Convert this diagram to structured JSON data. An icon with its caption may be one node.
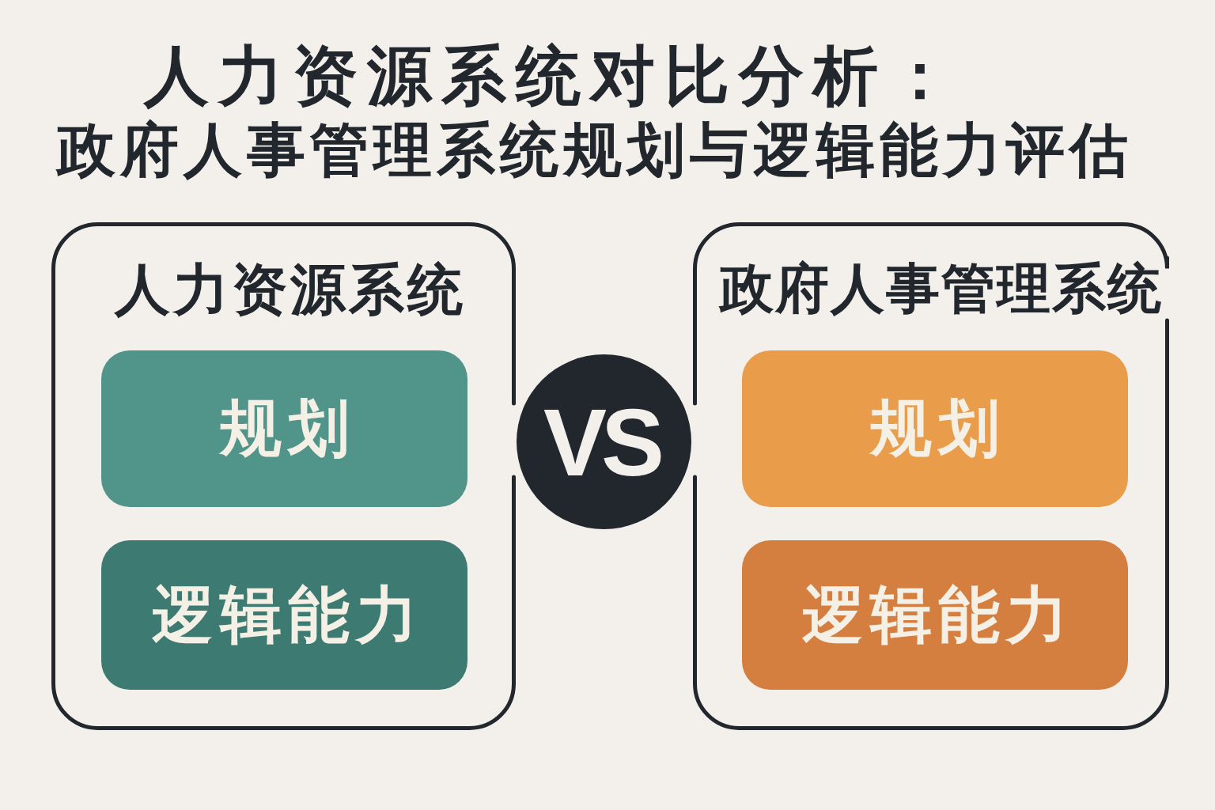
{
  "diagram": {
    "title": "人力资源系统对比分析：政府人事管理系统规划与逻辑能力评估",
    "nodes": [
      {
        "text": [
          "人力资源系统"
        ]
      },
      {
        "text": [
          "规划"
        ],
        "in": 0
      },
      {
        "text": [
          "逻辑能力"
        ],
        "in": 0
      },
      {
        "text": [
          "VS"
        ]
      },
      {
        "text": [
          "政府人事管理系统"
        ]
      },
      {
        "text": [
          "规划"
        ],
        "in": 4
      },
      {
        "text": [
          "逻辑能力"
        ],
        "in": 4
      }
    ]
  }
}
